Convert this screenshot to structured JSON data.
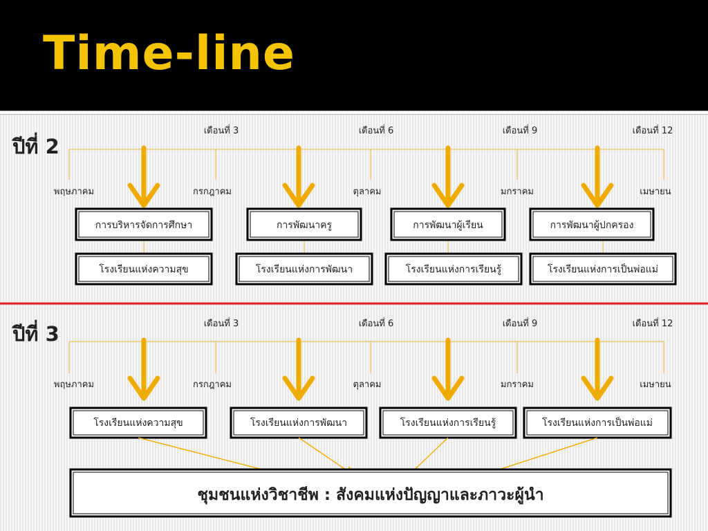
{
  "title": "Time-line",
  "colors": {
    "title": "#f5c400",
    "arrow": "#f0ab00",
    "bracket": "#f0c060",
    "connector": "#f0ab00",
    "divider": "#e8191c",
    "box_border": "#000000"
  },
  "sections": [
    {
      "year_label": "ปีที่ 2",
      "months": [
        "เดือนที่ 3",
        "เดือนที่ 6",
        "เดือนที่ 9",
        "เดือนที่ 12"
      ],
      "thai_months": [
        "พฤษภาคม",
        "กรกฎาคม",
        "ตุลาคม",
        "มกราคม",
        "เมษายน"
      ],
      "top_boxes": [
        "การบริหารจัดการศึกษา",
        "การพัฒนาครู",
        "การพัฒนาผู้เรียน",
        "การพัฒนาผู้ปกครอง"
      ],
      "bottom_boxes": [
        "โรงเรียนแห่งความสุข",
        "โรงเรียนแห่งการพัฒนา",
        "โรงเรียนแห่งการเรียนรู้",
        "โรงเรียนแห่งการเป็นพ่อแม่"
      ]
    },
    {
      "year_label": "ปีที่ 3",
      "months": [
        "เดือนที่ 3",
        "เดือนที่ 6",
        "เดือนที่ 9",
        "เดือนที่ 12"
      ],
      "thai_months": [
        "พฤษภาคม",
        "กรกฎาคม",
        "ตุลาคม",
        "มกราคม",
        "เมษายน"
      ],
      "boxes": [
        "โรงเรียนแห่งความสุข",
        "โรงเรียนแห่งการพัฒนา",
        "โรงเรียนแห่งการเรียนรู้",
        "โรงเรียนแห่งการเป็นพ่อแม่"
      ]
    }
  ],
  "final_box": "ชุมชนแห่งวิชาชีพ : สังคมแห่งปัญญาและภาวะผู้นำ"
}
